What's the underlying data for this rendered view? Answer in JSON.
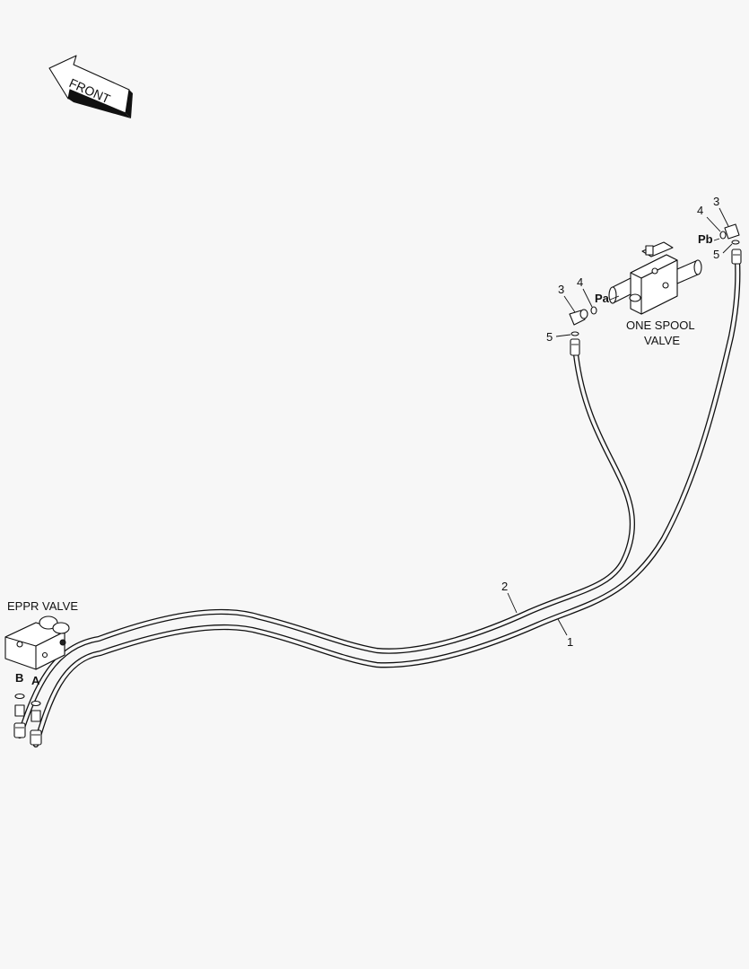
{
  "labels": {
    "front": "FRONT",
    "eppr_valve": "EPPR VALVE",
    "one_spool_line1": "ONE SPOOL",
    "one_spool_line2": "VALVE",
    "port_a": "A",
    "port_b": "B",
    "port_pa": "Pa",
    "port_pb": "Pb"
  },
  "callouts": {
    "hose_1": "1",
    "hose_2": "2",
    "fitting_3_left": "3",
    "oring_4_left": "4",
    "fitting_5_left": "5",
    "fitting_3_right": "3",
    "oring_4_right": "4",
    "fitting_5_right": "5"
  },
  "colors": {
    "line": "#111111",
    "background": "#f7f7f7"
  }
}
